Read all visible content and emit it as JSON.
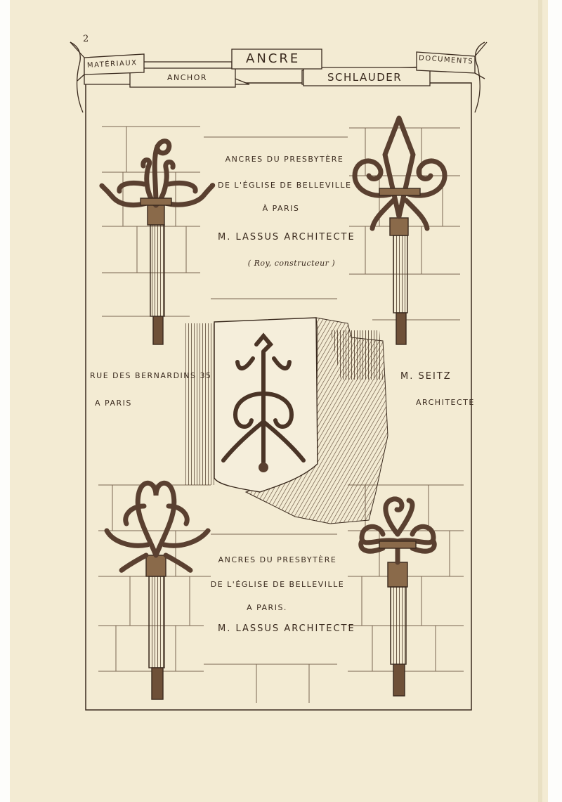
{
  "page_number": "2",
  "banner": {
    "left_tag": "MATÉRIAUX",
    "title": "ANCRE",
    "right_tag": "DOCUMENTS",
    "subtitle_left": "ANCHOR",
    "subtitle_right": "SCHLAUDER"
  },
  "captions": {
    "top": {
      "line1": "ANCRES DU PRESBYTÈRE",
      "line2": "DE L'ÉGLISE DE BELLEVILLE",
      "line3": "À PARIS",
      "line4": "M. LASSUS ARCHITECTE",
      "line5": "( Roy, constructeur )"
    },
    "middle_left": {
      "line1": "RUE DES BERNARDINS 35",
      "line2": "A PARIS"
    },
    "middle_right": {
      "line1": "M. SEITZ",
      "line2": "ARCHITECTE"
    },
    "bottom": {
      "line1": "ANCRES DU PRESBYTÈRE",
      "line2": "DE L'ÉGLISE DE BELLEVILLE",
      "line3": "A PARIS.",
      "line4": "M. LASSUS ARCHITECTE"
    }
  },
  "colors": {
    "paper": "#f3ebd3",
    "ink": "#3a2a1e",
    "iron": "#6e5038"
  },
  "illustrations": [
    "anchor-top-left",
    "anchor-top-right",
    "anchor-center-shield",
    "anchor-bottom-left",
    "anchor-bottom-right"
  ]
}
